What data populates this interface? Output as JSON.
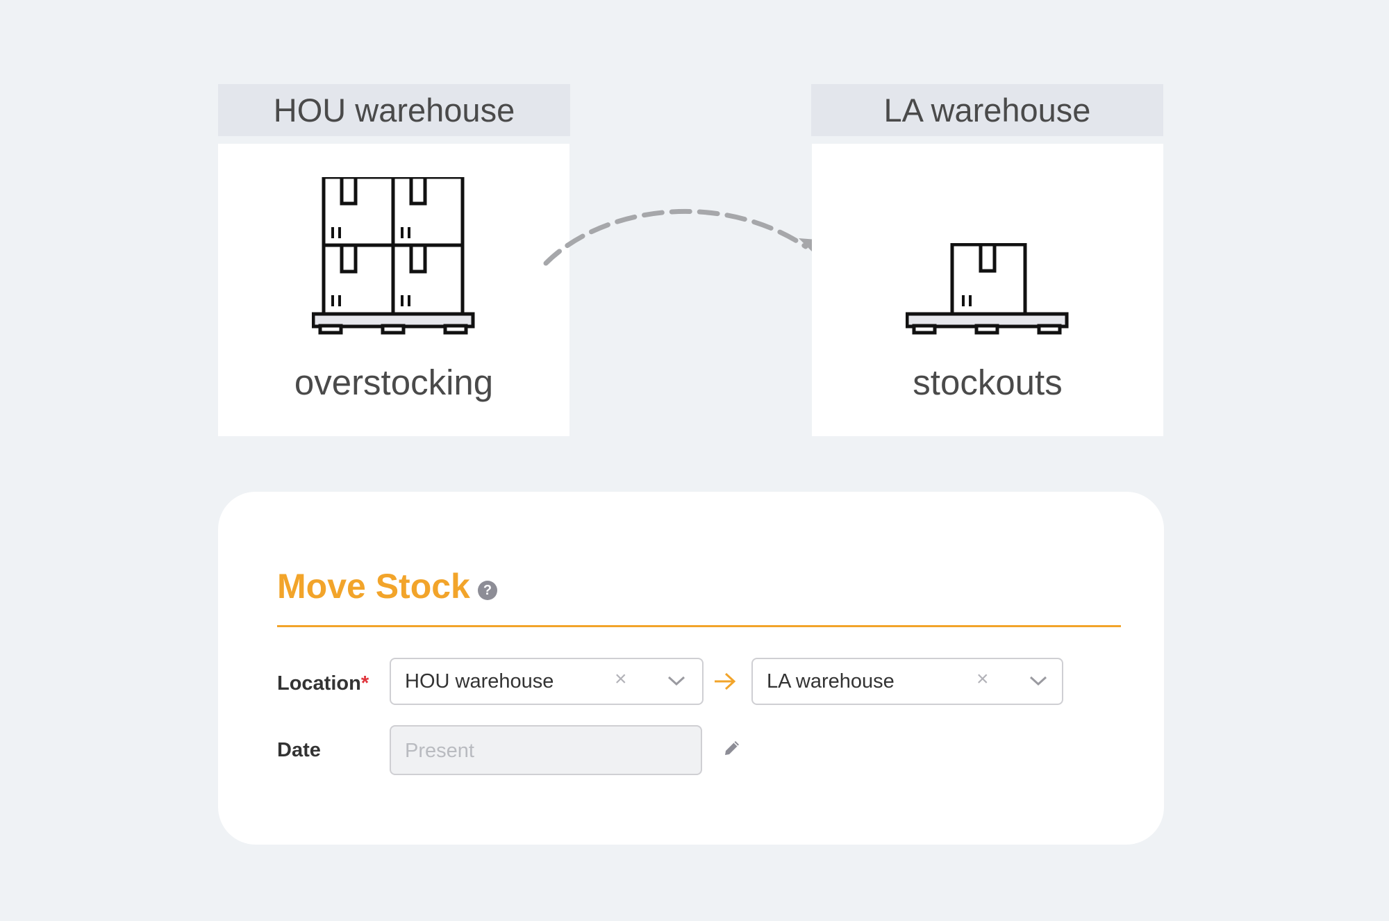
{
  "diagram": {
    "source": {
      "name": "HOU warehouse",
      "status": "overstocking",
      "icon": "pallet-four-boxes-icon"
    },
    "destination": {
      "name": "LA warehouse",
      "status": "stockouts",
      "icon": "pallet-one-box-icon"
    },
    "transfer_icon": "dashed-curved-arrow-icon"
  },
  "panel": {
    "title": "Move Stock",
    "help_glyph": "?",
    "accent_color": "#f2a42a",
    "location": {
      "label": "Location",
      "required_mark": "*",
      "from_value": "HOU warehouse",
      "to_value": "LA warehouse",
      "clear_glyph": "×",
      "route_icon": "arrow-right-icon"
    },
    "date": {
      "label": "Date",
      "placeholder": "Present",
      "edit_icon": "pencil-icon"
    }
  }
}
